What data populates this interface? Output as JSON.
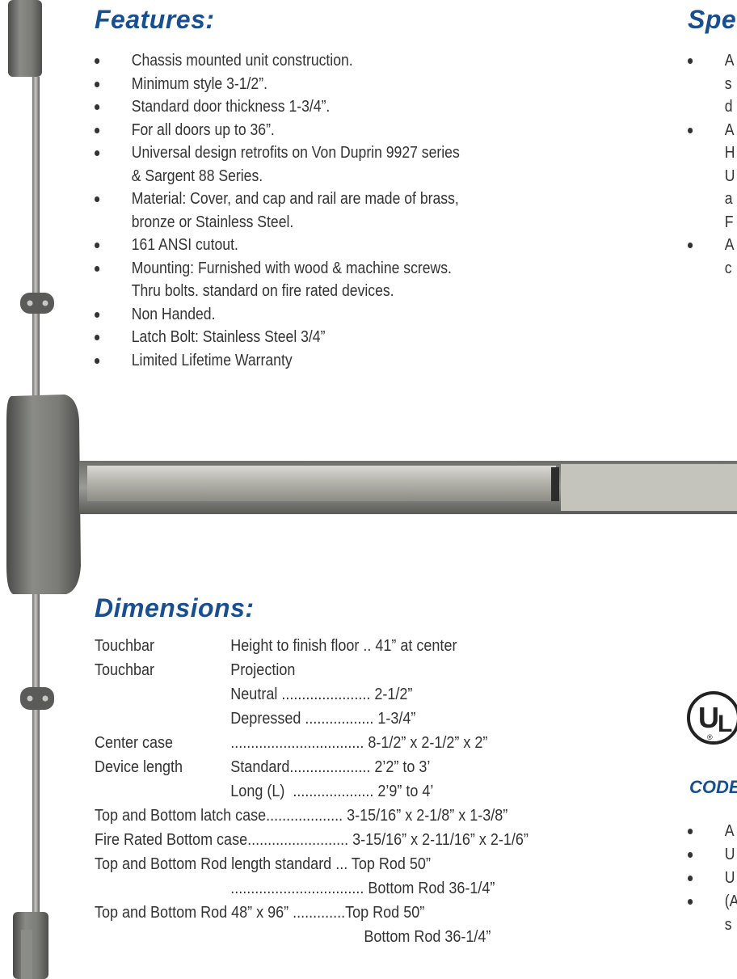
{
  "features": {
    "heading": "Features:",
    "items": [
      [
        "Chassis mounted unit construction."
      ],
      [
        "Minimum style 3-1/2”."
      ],
      [
        "Standard door thickness 1-3/4”."
      ],
      [
        "For all doors up to 36”."
      ],
      [
        "Universal design retrofits on Von Duprin 9927 series",
        "& Sargent 88 Series."
      ],
      [
        "Material: Cover, and cap and rail are made of brass,",
        "bronze or Stainless Steel."
      ],
      [
        "161 ANSI cutout."
      ],
      [
        "Mounting: Furnished with wood & machine screws.",
        "Thru bolts. standard on fire rated devices."
      ],
      [
        "Non Handed."
      ],
      [
        "Latch Bolt: Stainless Steel 3/4”"
      ],
      [
        "Limited Lifetime Warranty"
      ]
    ]
  },
  "spec": {
    "heading": "Spe",
    "items": [
      [
        "A",
        "s",
        "d"
      ],
      [
        "A",
        "H",
        "U",
        "a",
        "F"
      ],
      [
        "A",
        "c"
      ]
    ]
  },
  "dimensions": {
    "heading": "Dimensions:",
    "rows": [
      {
        "c1": "Touchbar",
        "c2": "Height to finish floor .. 41” at center"
      },
      {
        "c1": "Touchbar",
        "c2": "Projection"
      },
      {
        "c2": "Neutral ...................... 2-1/2”"
      },
      {
        "c2": "Depressed ................. 1-3/4”"
      },
      {
        "c1": "Center case",
        "c2": "................................. 8-1/2” x 2-1/2” x 2”"
      },
      {
        "c1": "Device length",
        "c2": "Standard.................... 2’2” to 3’"
      },
      {
        "c2": "Long (L)  .................... 2’9” to 4’"
      },
      {
        "c1": "Top and Bottom latch case................... 3-15/16” x 2-1/8” x 1-3/8”"
      },
      {
        "c1": "Fire Rated Bottom case......................... 3-15/16” x 2-11/16” x 2-1/6”"
      },
      {
        "c1": "Top and Bottom Rod length standard ... Top Rod 50”"
      },
      {
        "c2": "................................. Bottom Rod 36-1/4”"
      },
      {
        "c1": "Top and Bottom Rod 48” x 96” .............Top Rod 50”"
      },
      {
        "c2": "                                 Bottom Rod 36-1/4”"
      }
    ]
  },
  "codes": {
    "heading": "CODE",
    "items": [
      "A",
      "U",
      "U",
      "(A",
      "s"
    ]
  },
  "ul_logo": {
    "text": "UL",
    "registered": "®"
  }
}
